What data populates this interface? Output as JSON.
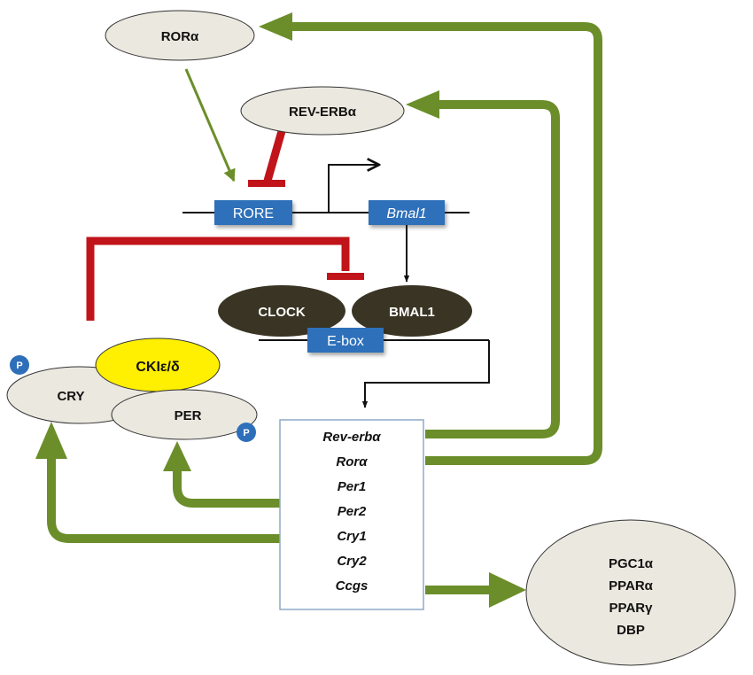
{
  "nodes": {
    "ror_alpha": "RORα",
    "rev_erb_alpha": "REV-ERBα",
    "rore": "RORE",
    "bmal1_gene": "Bmal1",
    "clock": "CLOCK",
    "bmal1_protein": "BMAL1",
    "ebox": "E-box",
    "ck": "CKIε/δ",
    "cry": "CRY",
    "per": "PER",
    "phospho_cry": "P",
    "phospho_per": "P"
  },
  "target_genes": [
    "Rev-erbα",
    "Rorα",
    "Per1",
    "Per2",
    "Cry1",
    "Cry2",
    "Ccgs"
  ],
  "outputs": [
    "PGC1α",
    "PPARα",
    "PPARγ",
    "DBP"
  ],
  "colors": {
    "activation_green": "#6b8e2a",
    "repression_red": "#c0141a",
    "ellipse_fill": "#ebe8df",
    "dark_ellipse": "#3a3424",
    "box_blue": "#2e6fba",
    "ck_yellow": "#ffef00",
    "gene_box_fill": "#ffffff",
    "gene_box_border": "#8fa8c8"
  }
}
